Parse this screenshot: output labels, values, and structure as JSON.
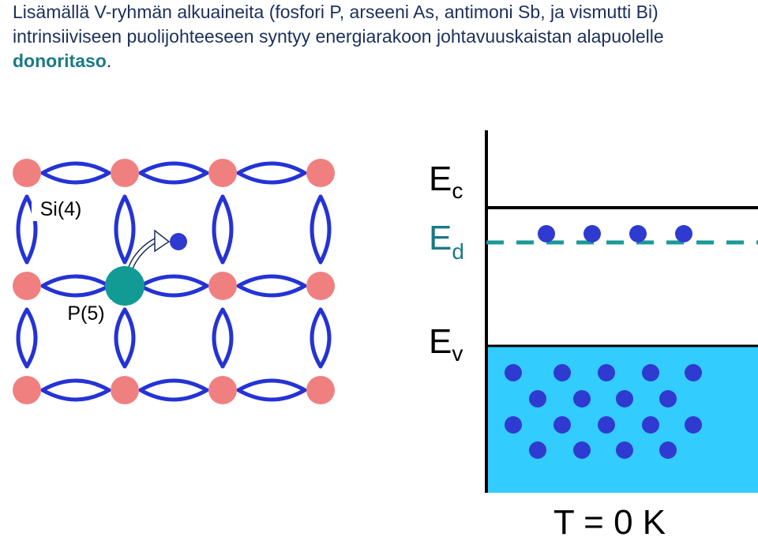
{
  "intro": {
    "text_before": "Lisämällä V-ryhmän alkuaineita (fosfori P, arseeni As, antimoni Sb, ja vismutti Bi) intrinsiiviseen puolijohteeseen syntyy energiarakoon johtavuuskaistan alapuolelle ",
    "highlight": "donoritaso",
    "text_after": "."
  },
  "lattice": {
    "host_label": "Si(4)",
    "dopant_label": "P(5)"
  },
  "band_diagram": {
    "conduction_label": "E",
    "conduction_sub": "c",
    "donor_label": "E",
    "donor_sub": "d",
    "valence_label": "E",
    "valence_sub": "v",
    "temperature": "T = 0 K",
    "donor_electron_count": 4
  },
  "colors": {
    "text": "#1c2f5c",
    "highlight": "#1a7a86",
    "atom": "#f08080",
    "dopant": "#129a94",
    "bond": "#2433d6",
    "electron": "#2f3ad1",
    "valence_band": "#33ccff",
    "donor_level": "#1a9a96"
  }
}
